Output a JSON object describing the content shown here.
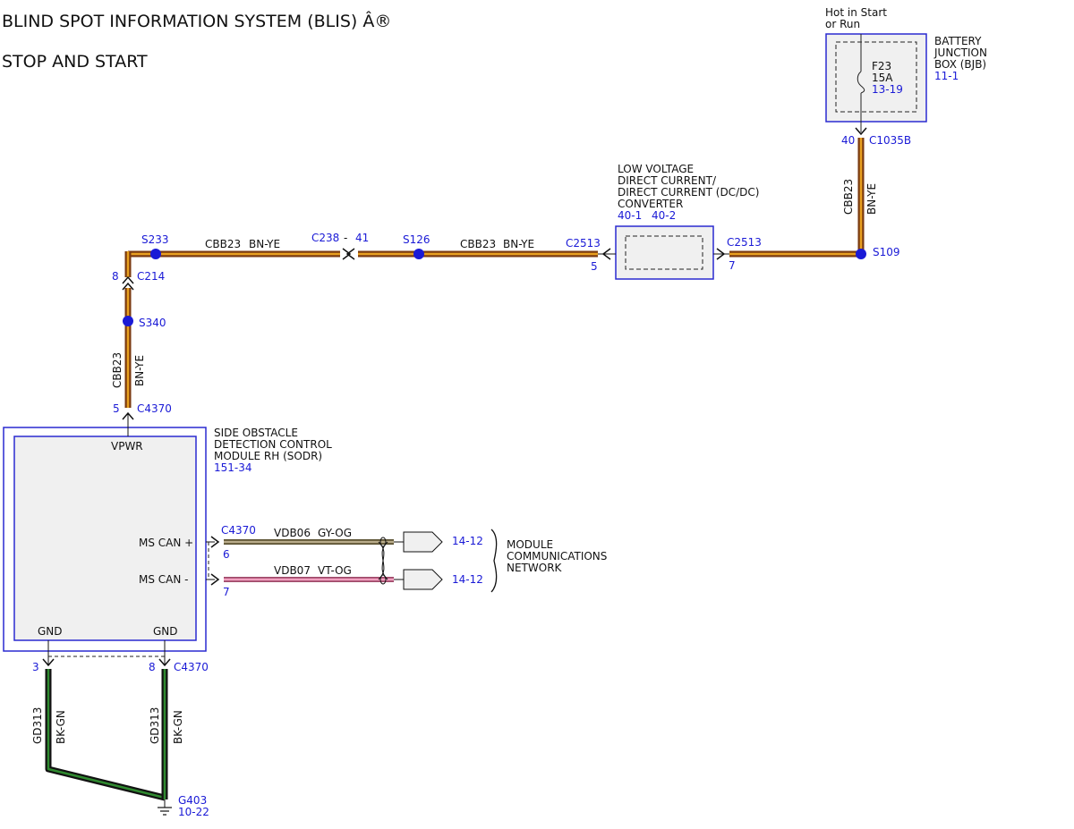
{
  "title_line1": "BLIND SPOT INFORMATION SYSTEM (BLIS) Â®",
  "title_line2": "STOP AND START",
  "colors": {
    "wire_bn_ye_outer": "#7a3a10",
    "wire_bn_ye_inner": "#e8a020",
    "wire_bk_gn_outer": "#111111",
    "wire_bk_gn_inner": "#2f8a2f",
    "wire_gy_og": "#9a8d70",
    "wire_vt_og": "#e48aa8",
    "component_border": "#2a2ad0",
    "component_fill": "#f0f0f0",
    "splice": "#1a1ad6",
    "reference_text": "#1a1ad6"
  },
  "bjb": {
    "hot_label_1": "Hot in Start",
    "hot_label_2": "or Run",
    "name_1": "BATTERY",
    "name_2": "JUNCTION",
    "name_3": "BOX (BJB)",
    "ref": "11-1",
    "fuse_id": "F23",
    "fuse_rating": "15A",
    "fuse_ref": "13-19",
    "pin": "40",
    "connector": "C1035B"
  },
  "splices": {
    "s109": "S109",
    "s126": "S126",
    "s233": "S233",
    "s340": "S340"
  },
  "dcdc": {
    "name_1": "LOW VOLTAGE",
    "name_2": "DIRECT CURRENT/",
    "name_3": "DIRECT CURRENT (DC/DC)",
    "name_4": "CONVERTER",
    "ref_a": "40-1",
    "ref_b": "40-2",
    "connector_in": "C2513",
    "pin_in": "7",
    "connector_out": "C2513",
    "pin_out": "5"
  },
  "wires": {
    "bjb_s109_circuit": "CBB23",
    "bjb_s109_color": "BN-YE",
    "s126_dcdc_circuit": "CBB23",
    "s126_dcdc_color": "BN-YE",
    "s233_c238_circuit": "CBB23",
    "s233_c238_color": "BN-YE",
    "c214_module_circuit": "CBB23",
    "c214_module_color": "BN-YE",
    "mscan_plus_circuit": "VDB06",
    "mscan_plus_color": "GY-OG",
    "mscan_minus_circuit": "VDB07",
    "mscan_minus_color": "VT-OG",
    "ground_left_circuit": "GD313",
    "ground_left_color": "BK-GN",
    "ground_right_circuit": "GD313",
    "ground_right_color": "BK-GN"
  },
  "inline_c238": {
    "connector": "C238",
    "separator": "-",
    "pin": "41"
  },
  "inline_c214": {
    "connector": "C214",
    "pin": "8"
  },
  "module": {
    "name_1": "SIDE OBSTACLE",
    "name_2": "DETECTION CONTROL",
    "name_3": "MODULE RH (SODR)",
    "ref": "151-34",
    "vpwr_label": "VPWR",
    "vpwr_pin": "5",
    "vpwr_connector": "C4370",
    "mscan_plus_label": "MS CAN +",
    "mscan_minus_label": "MS CAN -",
    "can_connector": "C4370",
    "can_plus_pin": "6",
    "can_minus_pin": "7",
    "gnd_label_left": "GND",
    "gnd_label_right": "GND",
    "gnd_pin_left": "3",
    "gnd_pin_right": "8",
    "gnd_connector": "C4370"
  },
  "network": {
    "ref_plus": "14-12",
    "ref_minus": "14-12",
    "name_1": "MODULE",
    "name_2": "COMMUNICATIONS",
    "name_3": "NETWORK"
  },
  "ground": {
    "id": "G403",
    "ref": "10-22"
  }
}
